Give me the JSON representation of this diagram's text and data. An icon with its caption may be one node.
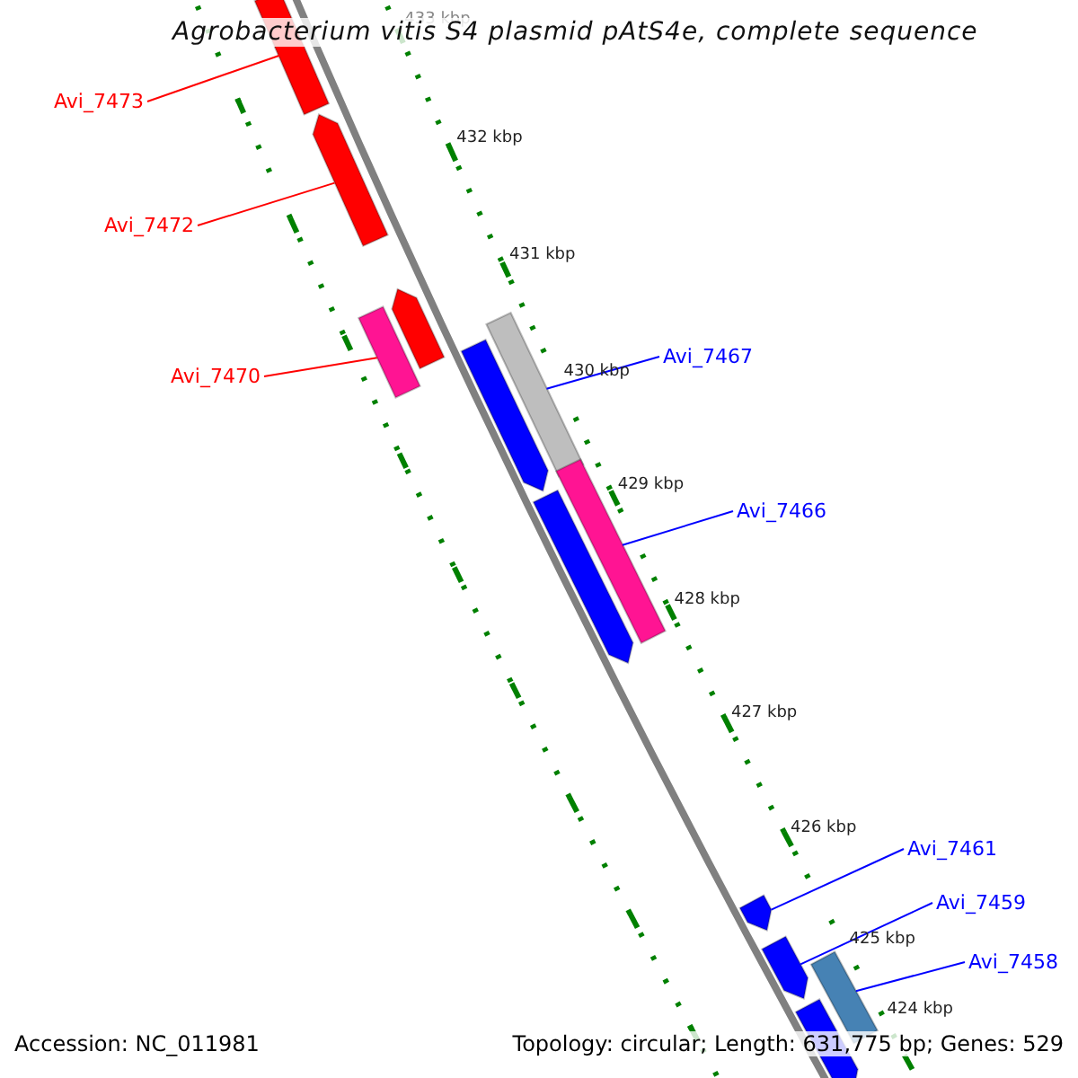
{
  "diagram": {
    "title": "Agrobacterium vitis S4 plasmid pAtS4e, complete sequence",
    "nodes": [
      {
        "text": [
          "Avi_7473"
        ]
      },
      {
        "text": [],
        "shape": "bar"
      },
      {
        "text": [
          "Avi_7472"
        ]
      },
      {
        "text": [],
        "shape": "arrow"
      },
      {
        "text": [],
        "shape": "arrow"
      },
      {
        "text": [
          "Avi_7470"
        ]
      },
      {
        "text": [],
        "shape": "bar"
      },
      {
        "text": [
          "Avi_7467"
        ]
      },
      {
        "text": [],
        "shape": "bar"
      },
      {
        "text": [],
        "shape": "arrow"
      },
      {
        "text": [],
        "shape": "bar"
      },
      {
        "text": [],
        "shape": "arrow"
      },
      {
        "text": [
          "Avi_7466"
        ]
      },
      {
        "text": [
          "Avi_7461"
        ]
      },
      {
        "text": [],
        "shape": "arrow"
      },
      {
        "text": [
          "Avi_7459"
        ]
      },
      {
        "text": [],
        "shape": "arrow"
      },
      {
        "text": [
          "Avi_7458"
        ]
      },
      {
        "text": [],
        "shape": "bar"
      },
      {
        "text": [],
        "shape": "arrow"
      }
    ],
    "edges": [
      {
        "from": 0,
        "to": 1,
        "arrow": "none",
        "color": "#ff0000"
      },
      {
        "from": 2,
        "to": 3,
        "arrow": "none",
        "color": "#ff0000"
      },
      {
        "from": 5,
        "to": 6,
        "arrow": "none",
        "color": "#ff0000"
      },
      {
        "from": 7,
        "to": 8,
        "arrow": "none"
      },
      {
        "from": 12,
        "to": 10,
        "arrow": "none"
      },
      {
        "from": 13,
        "to": 14,
        "arrow": "none"
      },
      {
        "from": 15,
        "to": 16,
        "arrow": "none"
      },
      {
        "from": 17,
        "to": 18,
        "arrow": "none"
      }
    ],
    "labels": [
      "433 kbp",
      "432 kbp",
      "431 kbp",
      "430 kbp",
      "429 kbp",
      "428 kbp",
      "427 kbp",
      "426 kbp",
      "425 kbp",
      "424 kbp",
      "Accession: NC_011981",
      "Topology: circular; Length: 631,775 bp; Genes: 529"
    ]
  }
}
